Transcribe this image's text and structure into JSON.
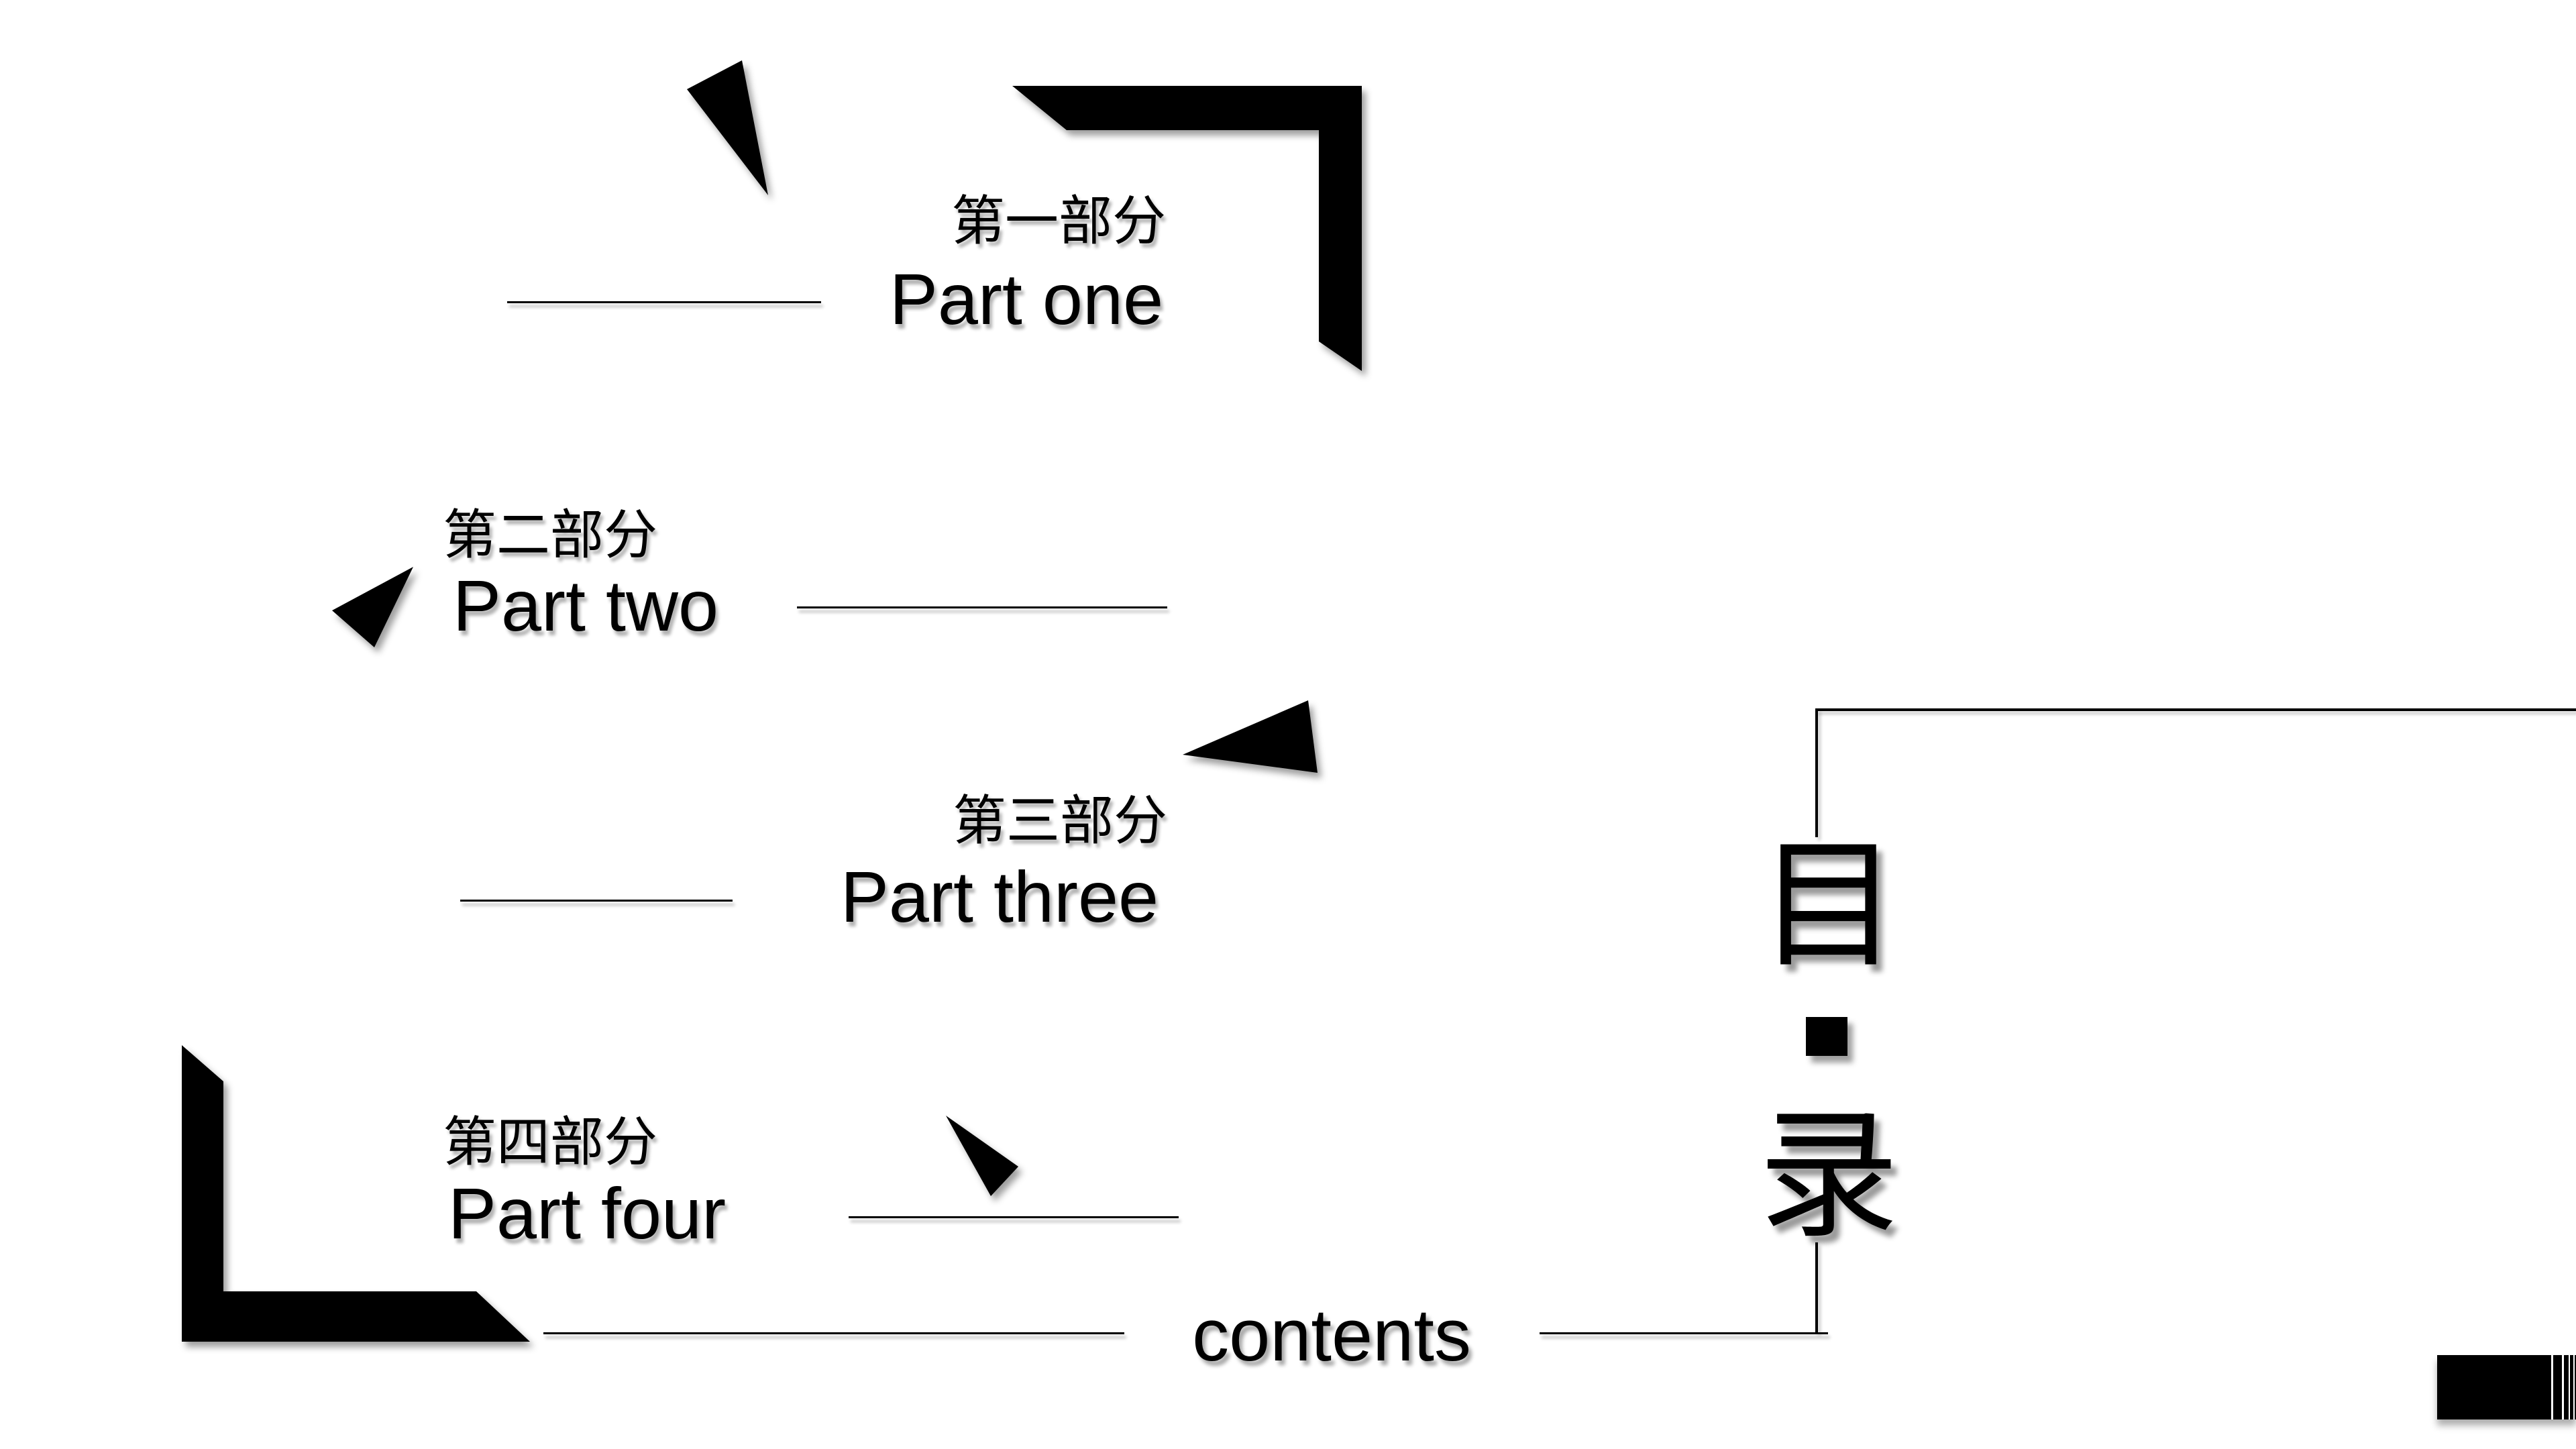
{
  "slide": {
    "background_color": "#ffffff",
    "ink_color": "#000000",
    "sections": [
      {
        "label_zh": "第一部分",
        "label_en": "Part one"
      },
      {
        "label_zh": "第二部分",
        "label_en": "Part two"
      },
      {
        "label_zh": "第三部分",
        "label_en": "Part three"
      },
      {
        "label_zh": "第四部分",
        "label_en": "Part four"
      }
    ],
    "contents_label": "contents",
    "toc": {
      "char_top": "目",
      "separator": "■",
      "char_bottom": "录"
    }
  }
}
